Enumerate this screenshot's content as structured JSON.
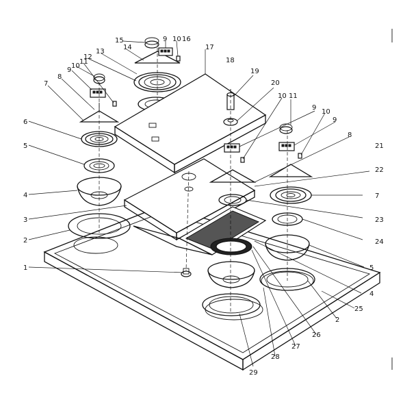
{
  "callouts": [
    {
      "text": "1"
    },
    {
      "text": "2"
    },
    {
      "text": "2"
    },
    {
      "text": "3"
    },
    {
      "text": "4"
    },
    {
      "text": "4"
    },
    {
      "text": "5"
    },
    {
      "text": "5"
    },
    {
      "text": "6"
    },
    {
      "text": "7"
    },
    {
      "text": "7"
    },
    {
      "text": "8"
    },
    {
      "text": "8"
    },
    {
      "text": "9"
    },
    {
      "text": "9"
    },
    {
      "text": "9"
    },
    {
      "text": "9"
    },
    {
      "text": "10"
    },
    {
      "text": "10"
    },
    {
      "text": "10"
    },
    {
      "text": "10"
    },
    {
      "text": "11"
    },
    {
      "text": "11"
    },
    {
      "text": "12"
    },
    {
      "text": "13"
    },
    {
      "text": "14"
    },
    {
      "text": "15"
    },
    {
      "text": "16"
    },
    {
      "text": "17"
    },
    {
      "text": "18"
    },
    {
      "text": "19"
    },
    {
      "text": "20"
    },
    {
      "text": "21"
    },
    {
      "text": "22"
    },
    {
      "text": "23"
    },
    {
      "text": "24"
    },
    {
      "text": "25"
    },
    {
      "text": "26"
    },
    {
      "text": "27"
    },
    {
      "text": "28"
    },
    {
      "text": "29"
    }
  ],
  "colors": {
    "ink": "#111111",
    "paper": "#ffffff"
  }
}
